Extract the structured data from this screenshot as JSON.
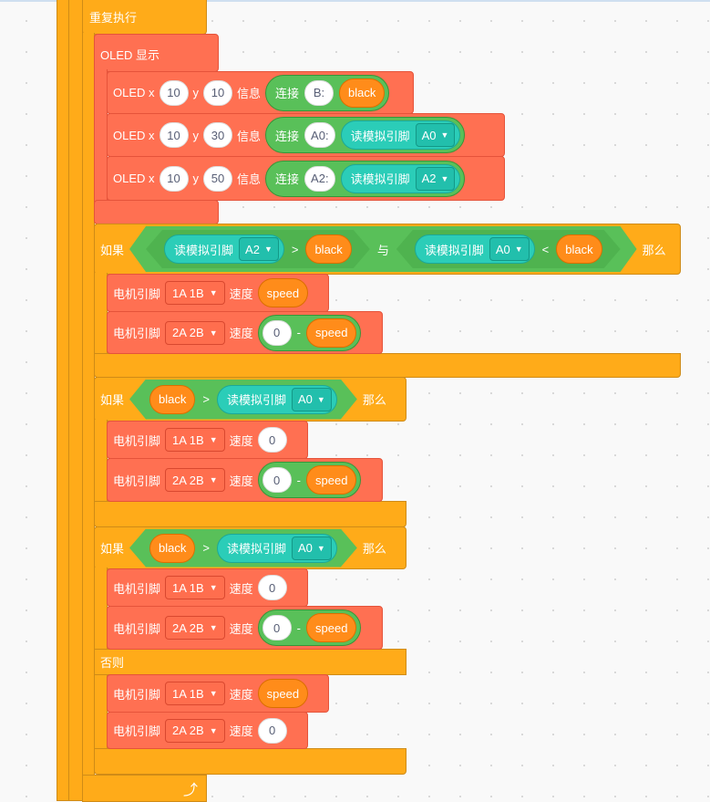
{
  "loop": {
    "label": "重复执行"
  },
  "oled": {
    "label": "OLED 显示",
    "row_label": "OLED x",
    "y_label": "y",
    "msg_label": "信息",
    "join_label": "连接",
    "read_label": "读模拟引脚",
    "rows": [
      {
        "x": "10",
        "y": "10",
        "prefix": "B:",
        "value": "black"
      },
      {
        "x": "10",
        "y": "30",
        "prefix": "A0:",
        "pin": "A0"
      },
      {
        "x": "10",
        "y": "50",
        "prefix": "A2:",
        "pin": "A2"
      }
    ]
  },
  "common": {
    "if": "如果",
    "then": "那么",
    "else": "否则",
    "and": "与",
    "gt": ">",
    "lt": "<",
    "minus": "-",
    "motor": "电机引脚",
    "speed": "速度",
    "read": "读模拟引脚",
    "black": "black",
    "speed_var": "speed",
    "m1": "1A 1B",
    "m2": "2A 2B",
    "zero": "0",
    "a0": "A0",
    "a2": "A2"
  }
}
